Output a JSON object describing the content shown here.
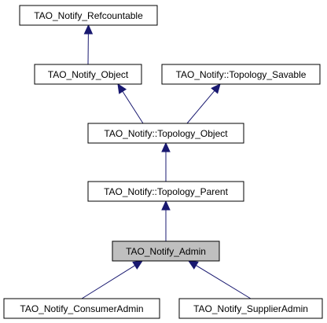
{
  "diagram": {
    "nodes": {
      "refcountable": {
        "label": "TAO_Notify_Refcountable",
        "current": false
      },
      "object": {
        "label": "TAO_Notify_Object",
        "current": false
      },
      "topology_savable": {
        "label": "TAO_Notify::Topology_Savable",
        "current": false
      },
      "topology_object": {
        "label": "TAO_Notify::Topology_Object",
        "current": false
      },
      "topology_parent": {
        "label": "TAO_Notify::Topology_Parent",
        "current": false
      },
      "admin": {
        "label": "TAO_Notify_Admin",
        "current": true
      },
      "consumer_admin": {
        "label": "TAO_Notify_ConsumerAdmin",
        "current": false
      },
      "supplier_admin": {
        "label": "TAO_Notify_SupplierAdmin",
        "current": false
      }
    },
    "edges": [
      {
        "from": "object",
        "to": "refcountable"
      },
      {
        "from": "topology_object",
        "to": "object"
      },
      {
        "from": "topology_object",
        "to": "topology_savable"
      },
      {
        "from": "topology_parent",
        "to": "topology_object"
      },
      {
        "from": "admin",
        "to": "topology_parent"
      },
      {
        "from": "consumer_admin",
        "to": "admin"
      },
      {
        "from": "supplier_admin",
        "to": "admin"
      }
    ],
    "colors": {
      "edge": "#191970",
      "current_fill": "#bfbfbf",
      "node_fill": "#ffffff",
      "border": "#000000"
    }
  }
}
